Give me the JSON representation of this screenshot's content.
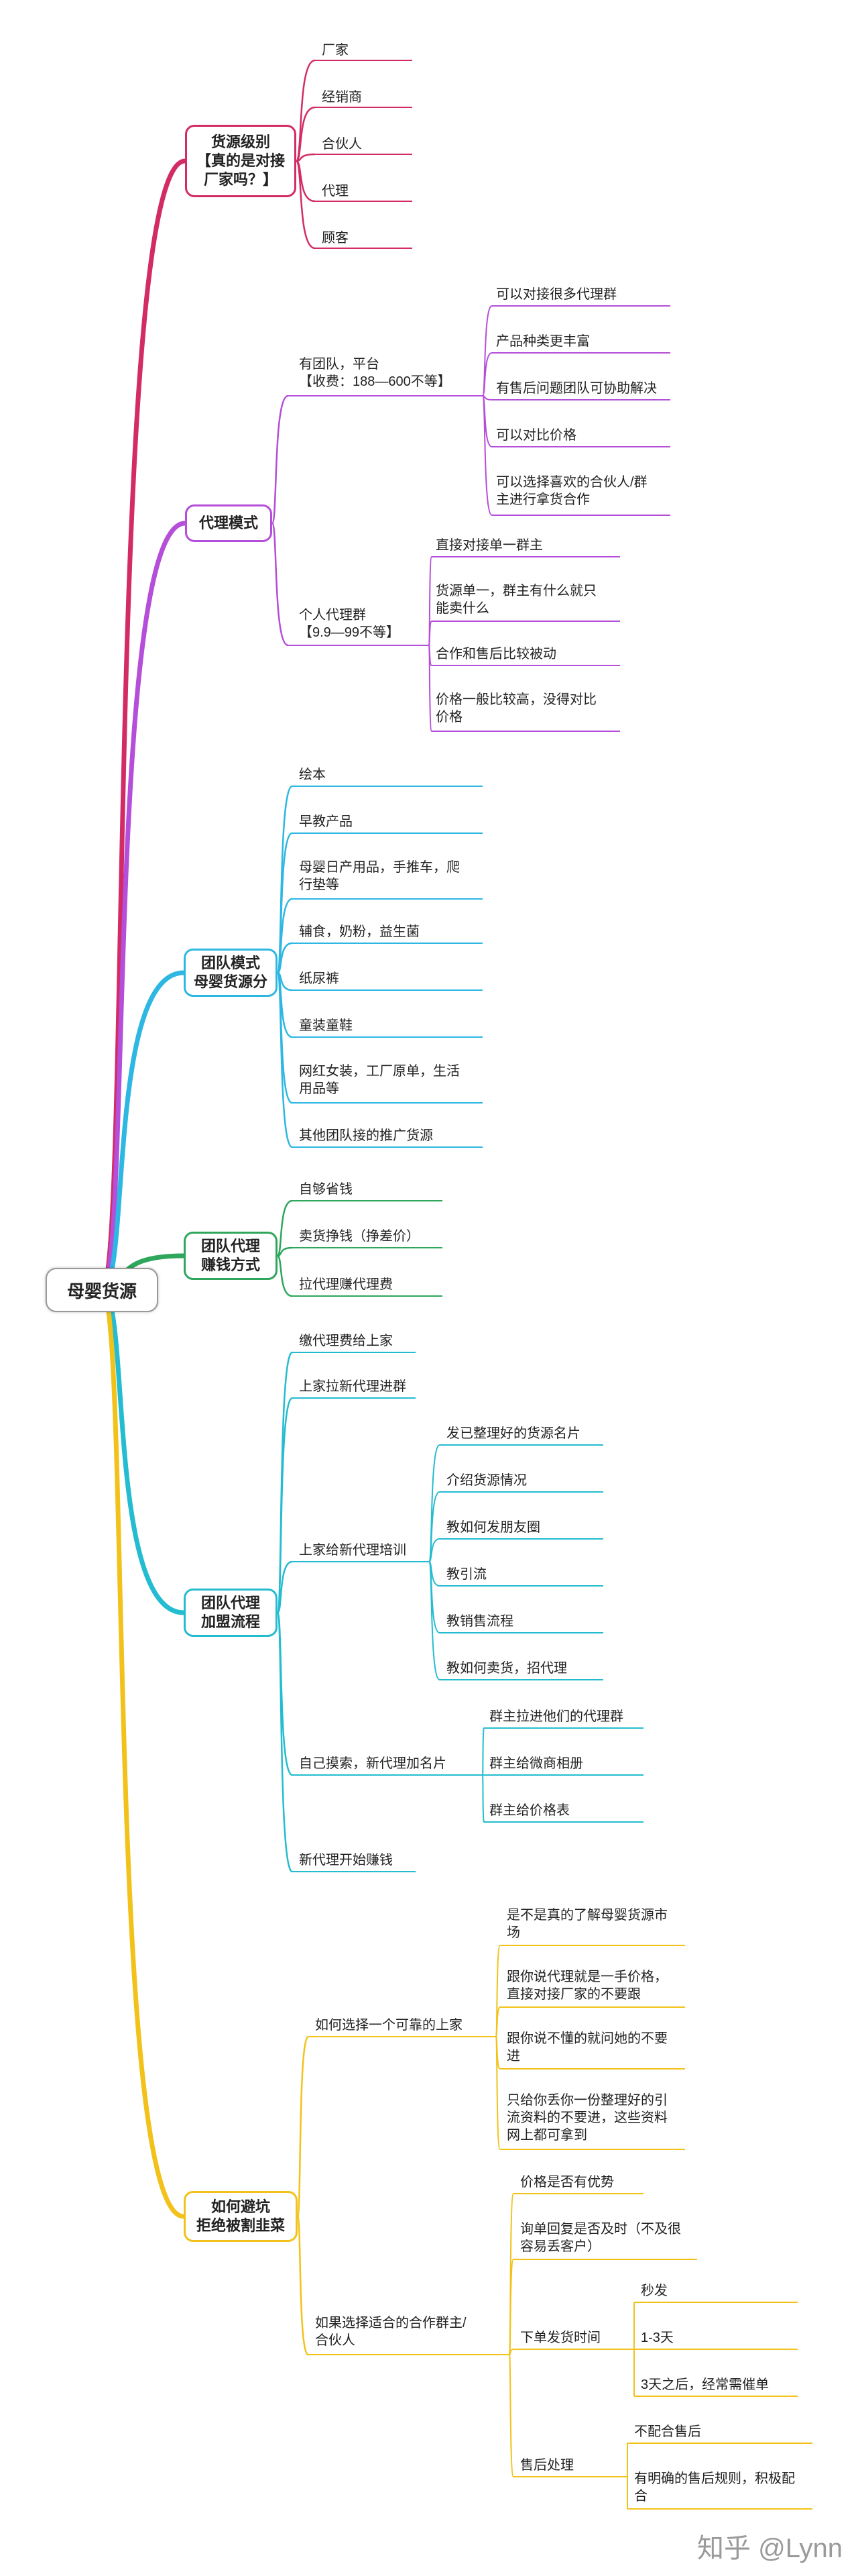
{
  "root": "母婴货源",
  "colors": {
    "c1": "#d22b66",
    "c2": "#b54ed8",
    "c3": "#2db7e2",
    "c4": "#2ea65c",
    "c5": "#24bcd0",
    "c6": "#f2c21a"
  },
  "b1": {
    "title": "货源级别\n【真的是对接\n厂家吗？】",
    "items": [
      "厂家",
      "经销商",
      "合伙人",
      "代理",
      "顾客"
    ]
  },
  "b2": {
    "title": "代理模式",
    "g1": {
      "label": "有团队，平台\n【收费：188—600不等】",
      "items": [
        "可以对接很多代理群",
        "产品种类更丰富",
        "有售后问题团队可协助解决",
        "可以对比价格",
        "可以选择喜欢的合伙人/群\n主进行拿货合作"
      ]
    },
    "g2": {
      "label": "个人代理群\n【9.9—99不等】",
      "items": [
        "直接对接单一群主",
        "货源单一，群主有什么就只\n能卖什么",
        "合作和售后比较被动",
        "价格一般比较高，没得对比\n价格"
      ]
    }
  },
  "b3": {
    "title": "团队模式\n母婴货源分",
    "items": [
      "绘本",
      "早教产品",
      "母婴日产用品，手推车，爬\n行垫等",
      "辅食，奶粉，益生菌",
      "纸尿裤",
      "童装童鞋",
      "网红女装，工厂原单，生活\n用品等",
      "其他团队接的推广货源"
    ]
  },
  "b4": {
    "title": "团队代理\n赚钱方式",
    "items": [
      "自够省钱",
      "卖货挣钱（挣差价）",
      "拉代理赚代理费"
    ]
  },
  "b5": {
    "title": "团队代理\n加盟流程",
    "items": [
      "缴代理费给上家",
      "上家拉新代理进群"
    ],
    "g1": {
      "label": "上家给新代理培训",
      "items": [
        "发已整理好的货源名片",
        "介绍货源情况",
        "教如何发朋友圈",
        "教引流",
        "教销售流程",
        "教如何卖货，招代理"
      ]
    },
    "g2": {
      "label": "自己摸索，新代理加名片",
      "items": [
        "群主拉进他们的代理群",
        "群主给微商相册",
        "群主给价格表"
      ]
    },
    "last": "新代理开始赚钱"
  },
  "b6": {
    "title": "如何避坑\n拒绝被割韭菜",
    "g1": {
      "label": "如何选择一个可靠的上家",
      "items": [
        "是不是真的了解母婴货源市\n场",
        "跟你说代理就是一手价格，\n直接对接厂家的不要跟",
        "跟你说不懂的就问她的不要\n进",
        "只给你丢你一份整理好的引\n流资料的不要进，这些资料\n网上都可拿到"
      ]
    },
    "g2": {
      "label": "如果选择适合的合作群主/\n合伙人",
      "a": "价格是否有优势",
      "b": "询单回复是否及时（不及很\n容易丢客户）",
      "c": {
        "label": "下单发货时间",
        "items": [
          "秒发",
          "1-3天",
          "3天之后，经常需催单"
        ]
      },
      "d": {
        "label": "售后处理",
        "items": [
          "不配合售后",
          "有明确的售后规则，积极配\n合"
        ]
      }
    }
  },
  "watermark": "知乎 @Lynn"
}
